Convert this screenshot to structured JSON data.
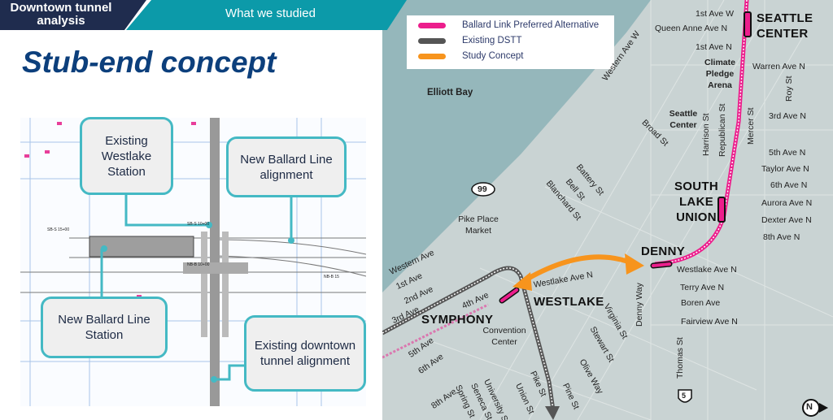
{
  "header": {
    "section": "Downtown tunnel analysis",
    "subsection": "What we studied"
  },
  "title": "Stub-end concept",
  "callouts": [
    "Existing Westlake Station",
    "New Ballard Line alignment",
    "New Ballard Line Station",
    "Existing downtown tunnel alignment"
  ],
  "drawing_labels": [
    "SB-S 15+00",
    "SB-S 10+00",
    "NB-B 10+00",
    "NB-B 15"
  ],
  "legend": [
    {
      "label": "Ballard Link Preferred Alternative",
      "color": "#ec1e8c"
    },
    {
      "label": "Existing DSTT",
      "color": "#555555"
    },
    {
      "label": "Study Concept",
      "color": "#f7941d"
    }
  ],
  "stations": [
    "SEATTLE CENTER",
    "SOUTH LAKE UNION",
    "DENNY",
    "WESTLAKE",
    "SYMPHONY"
  ],
  "places": [
    "Elliott Bay",
    "Climate Pledge Arena",
    "Seattle Center",
    "Pike Place Market",
    "Convention Center"
  ],
  "streets": [
    "1st Ave W",
    "Queen Anne Ave N",
    "1st Ave N",
    "Western Ave W",
    "Warren Ave N",
    "Roy St",
    "3rd Ave N",
    "Broad St",
    "Harrison St",
    "Republican St",
    "Mercer St",
    "5th Ave N",
    "Taylor Ave N",
    "6th Ave N",
    "Aurora Ave N",
    "Dexter Ave N",
    "8th Ave N",
    "Battery St",
    "Bell St",
    "Blanchard St",
    "Western Ave",
    "1st Ave",
    "2nd Ave",
    "3rd Ave",
    "4th Ave",
    "5th Ave",
    "6th Ave",
    "Westlake Ave N",
    "Westlake Ave N",
    "Terry Ave N",
    "Boren Ave",
    "Fairview Ave N",
    "Denny Way",
    "Virginia St",
    "Stewart St",
    "Olive Way",
    "Thomas St",
    "8th Ave",
    "Spring St",
    "Seneca St",
    "University St",
    "Union St",
    "Pike St",
    "Pine St"
  ],
  "shields": [
    "99",
    "5"
  ],
  "north": "N"
}
